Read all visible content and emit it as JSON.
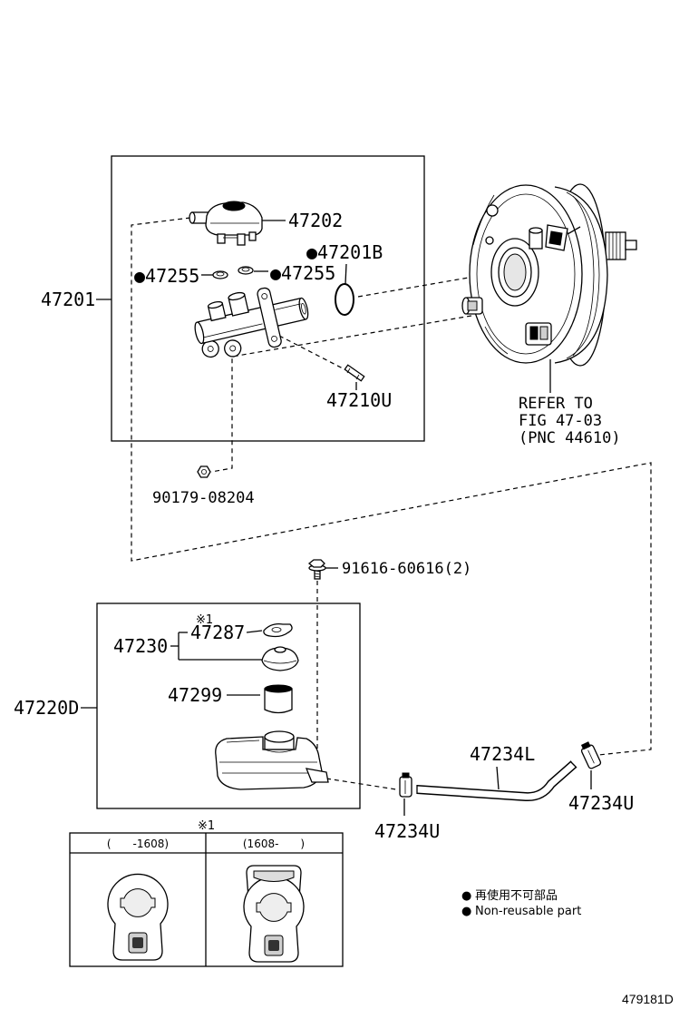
{
  "callouts": {
    "master_cylinder_group": "47201",
    "reservoir_sub": "47202",
    "o_ring": "●47201B",
    "grommet_left": "●47255",
    "grommet_right": "●47255",
    "pin": "47210U",
    "nut": "90179-08204",
    "bolt": "91616-60616(2)",
    "reservoir_group": "47220D",
    "gasket_note": "※1",
    "gasket": "47287",
    "cap_set": "47230",
    "strainer": "47299",
    "hose": "47234L",
    "clamp_right": "47234U",
    "clamp_left": "47234U"
  },
  "booster_reference": {
    "line1": "REFER TO",
    "line2": "FIG 47-03",
    "line3": "(PNC 44610)"
  },
  "variant_table": {
    "note": "※1",
    "columns": [
      "(　　-1608)",
      "(1608-　　)"
    ]
  },
  "legend": [
    {
      "symbol": "●",
      "text": "再使用不可部品"
    },
    {
      "symbol": "●",
      "text": "Non-reusable part"
    }
  ],
  "diagram_number": "479181D"
}
